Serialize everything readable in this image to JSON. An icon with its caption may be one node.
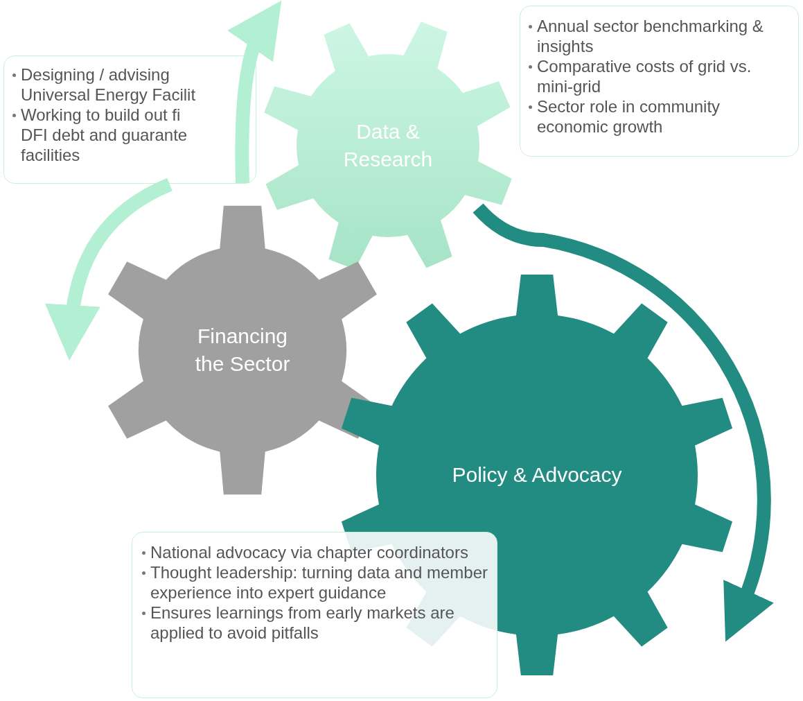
{
  "diagram": {
    "nodes": [
      {
        "text": [
          "Data & Research"
        ]
      },
      {
        "text": [
          "Financing the Sector"
        ]
      },
      {
        "text": [
          "Policy & Advocacy"
        ]
      },
      {
        "text": [
          "Designing / advising Universal Energy Facilit",
          "Working to build out fi DFI debt and guarante facilities"
        ]
      },
      {
        "text": [
          "Annual sector benchmarking & insights",
          "Comparative costs of grid vs. mini-grid",
          "Sector role in community economic growth"
        ]
      },
      {
        "text": [
          "National advocacy via chapter coordinators",
          "Thought leadership: turning data and member experience into expert guidance",
          "Ensures learnings from early markets are applied to avoid pitfalls"
        ]
      }
    ],
    "edges": [
      {
        "from": 3,
        "to": 0,
        "arrow": "to"
      },
      {
        "from": 3,
        "to": 1,
        "arrow": "to"
      },
      {
        "from": 0,
        "to": 2,
        "arrow": "to",
        "color": "#238c82"
      }
    ]
  }
}
